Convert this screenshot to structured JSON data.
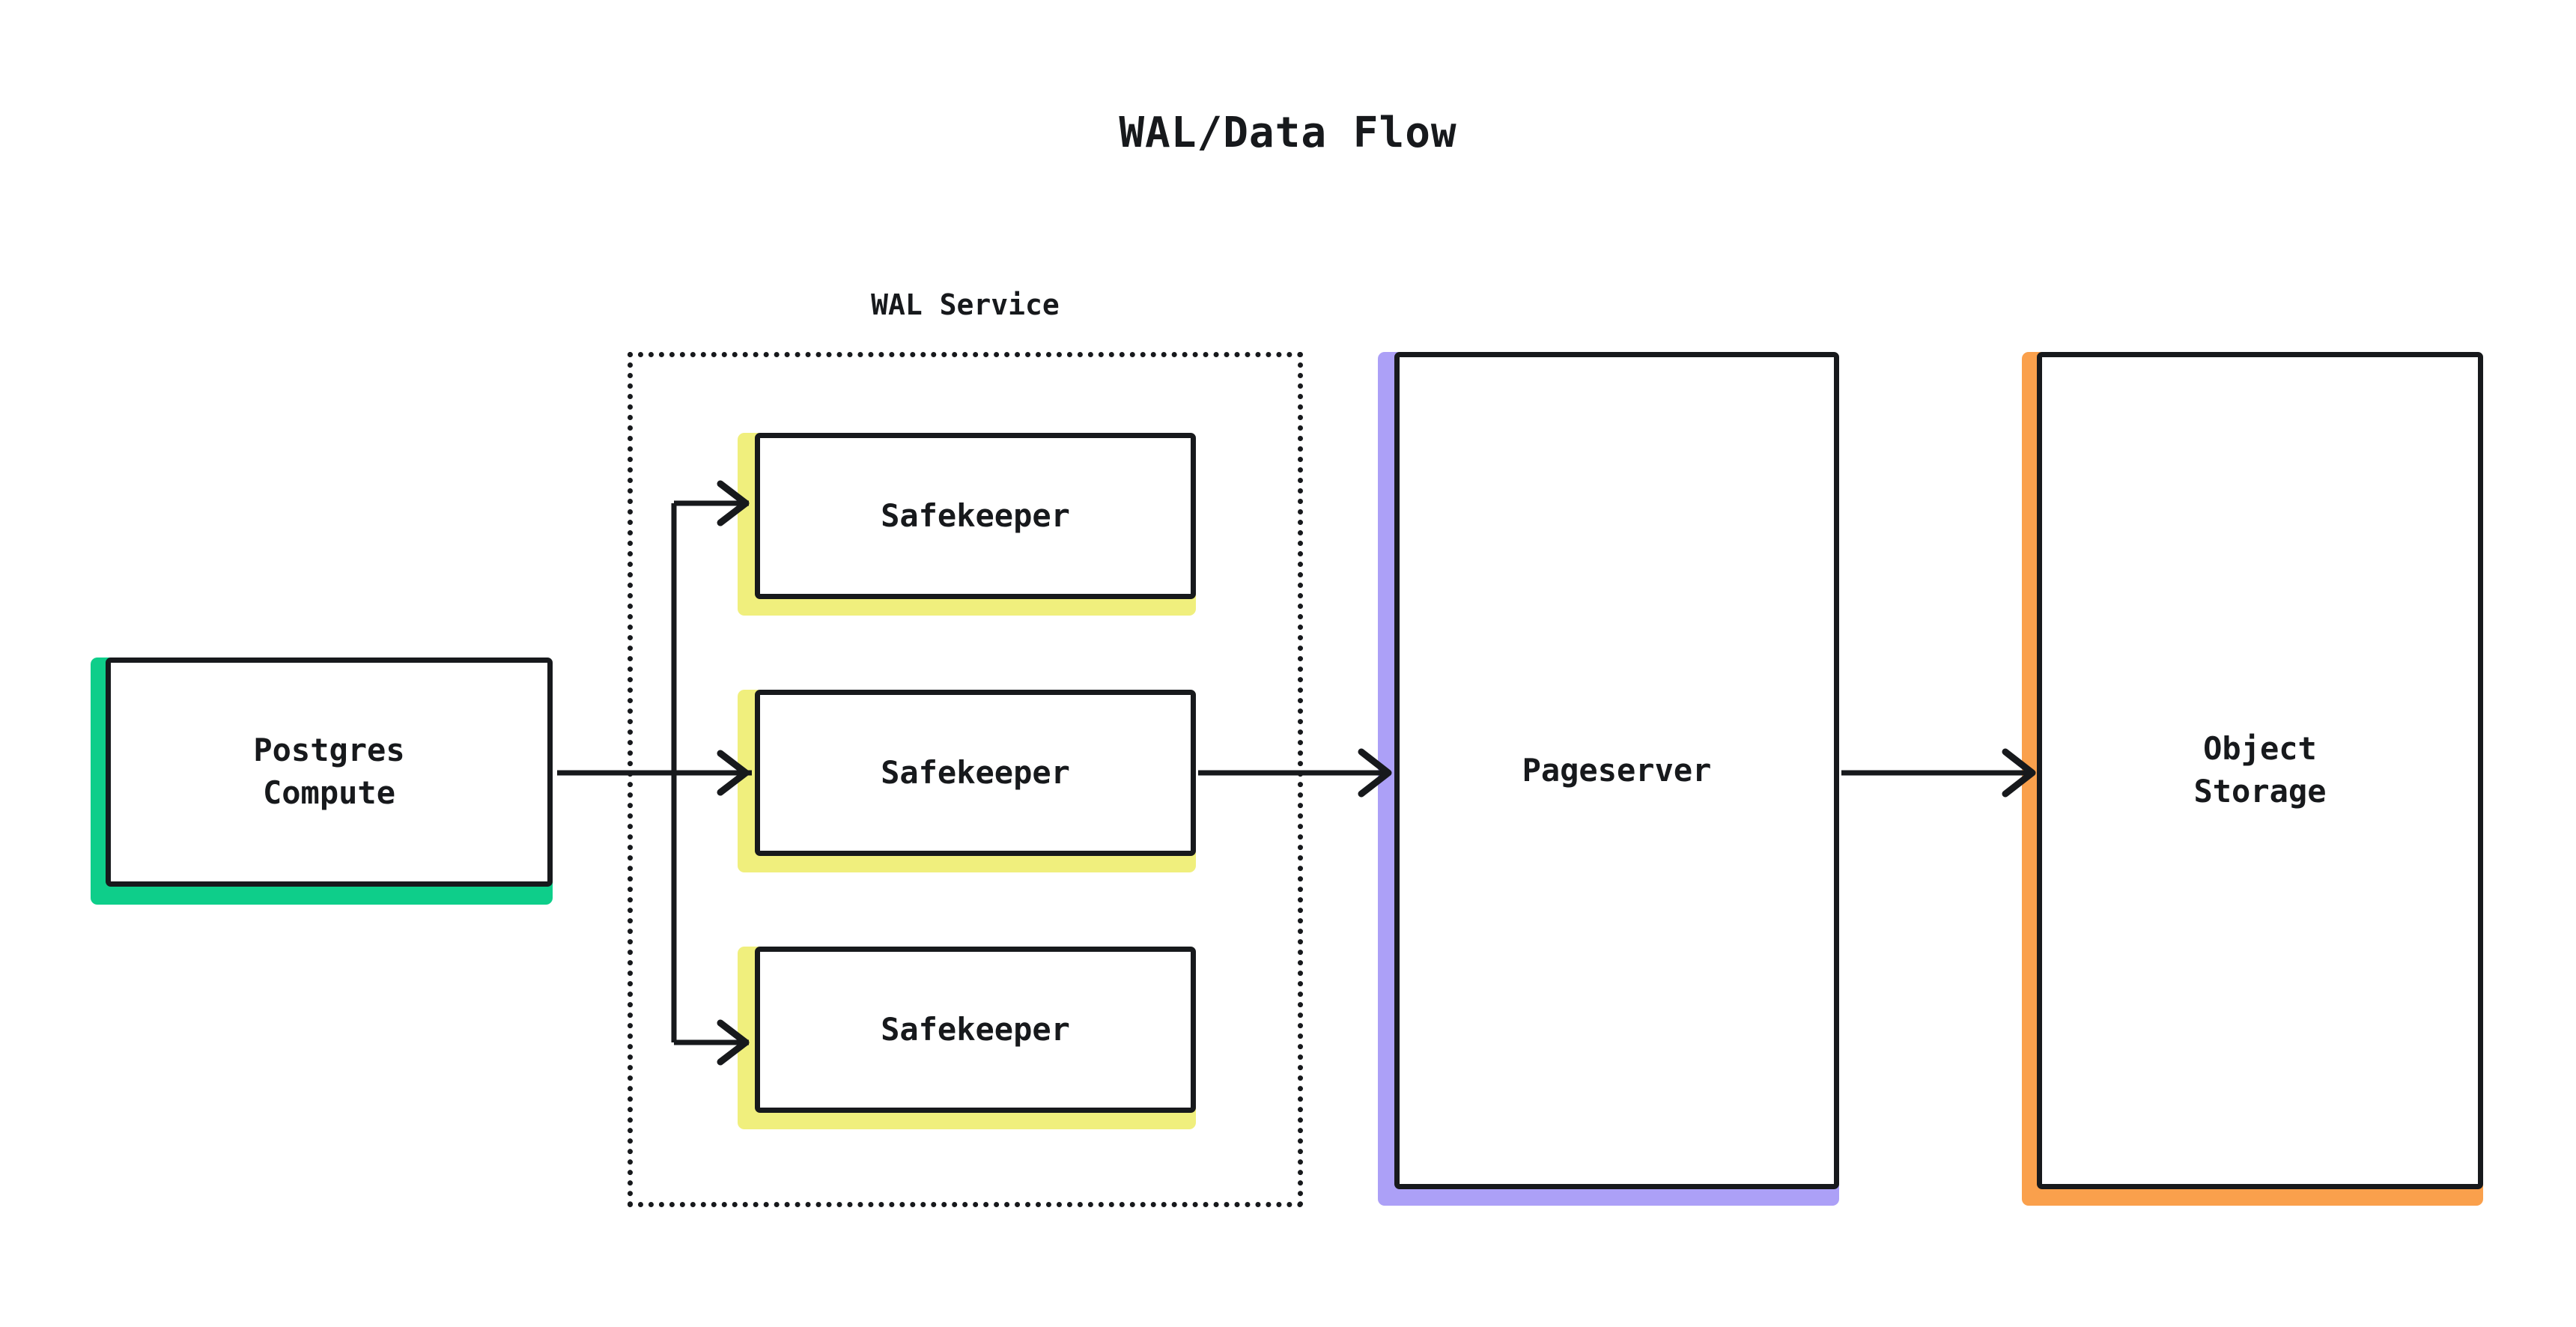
{
  "diagram": {
    "title": "WAL/Data Flow",
    "type": "flow-diagram",
    "background_color": "#ffffff",
    "stroke_color": "#17191c"
  },
  "group": {
    "label": "WAL Service",
    "border_style": "dotted"
  },
  "nodes": {
    "postgres": {
      "label": "Postgres\nCompute",
      "accent_color": "#0ECE8A"
    },
    "safekeeper_1": {
      "label": "Safekeeper",
      "accent_color": "#F0EF7D"
    },
    "safekeeper_2": {
      "label": "Safekeeper",
      "accent_color": "#F0EF7D"
    },
    "safekeeper_3": {
      "label": "Safekeeper",
      "accent_color": "#F0EF7D"
    },
    "pageserver": {
      "label": "Pageserver",
      "accent_color": "#ACA0F7"
    },
    "object_storage": {
      "label": "Object\nStorage",
      "accent_color": "#FAA04C"
    }
  },
  "edges": [
    {
      "id": "postgres-to-safekeepers",
      "from": "postgres",
      "to": "safekeeper_1, safekeeper_2, safekeeper_3",
      "arrow": "open",
      "label": ""
    },
    {
      "id": "safekeeper-to-pageserver",
      "from": "safekeeper_2",
      "to": "pageserver",
      "arrow": "open",
      "label": ""
    },
    {
      "id": "pageserver-to-object-storage",
      "from": "pageserver",
      "to": "object_storage",
      "arrow": "open",
      "label": ""
    }
  ]
}
